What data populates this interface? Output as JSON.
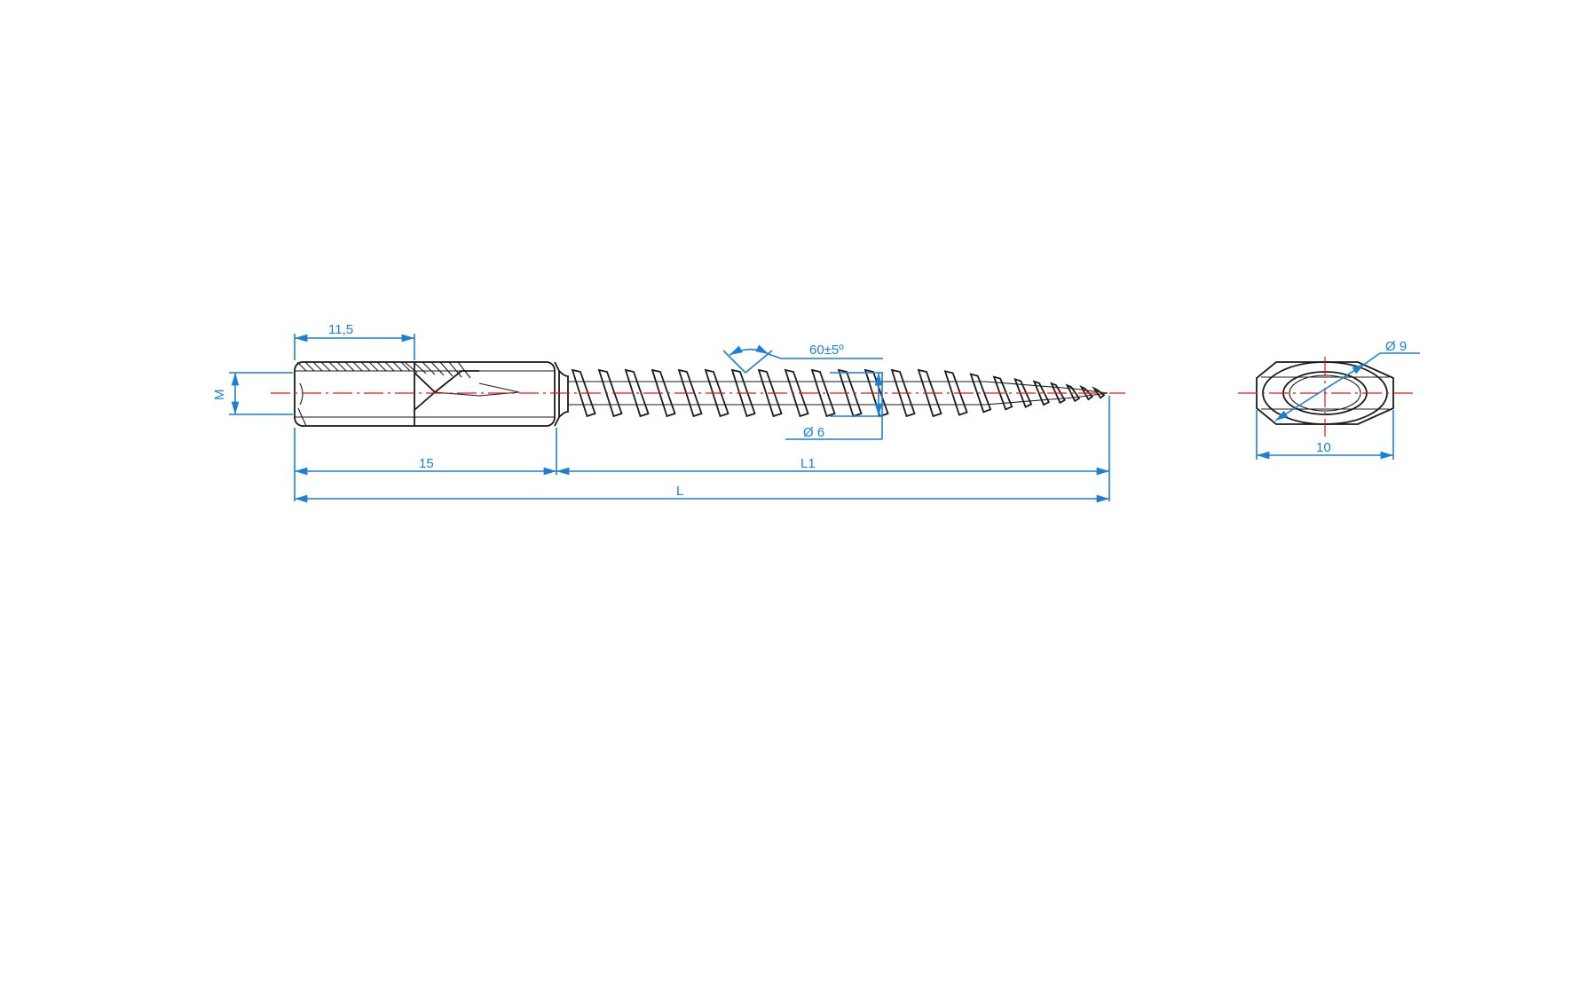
{
  "colors": {
    "dimension": "#1a7fd6",
    "centerline": "#e01818",
    "outline": "#1a1a1a",
    "background": "#ffffff"
  },
  "dimensions": {
    "internal_thread_length": "11,5",
    "thread_size": "M",
    "sleeve_length": "15",
    "screw_length": "L1",
    "total_length": "L",
    "thread_angle": "60±5º",
    "screw_diameter": "Ø 6",
    "inner_diameter": "Ø 9",
    "hex_across_flats": "10"
  }
}
